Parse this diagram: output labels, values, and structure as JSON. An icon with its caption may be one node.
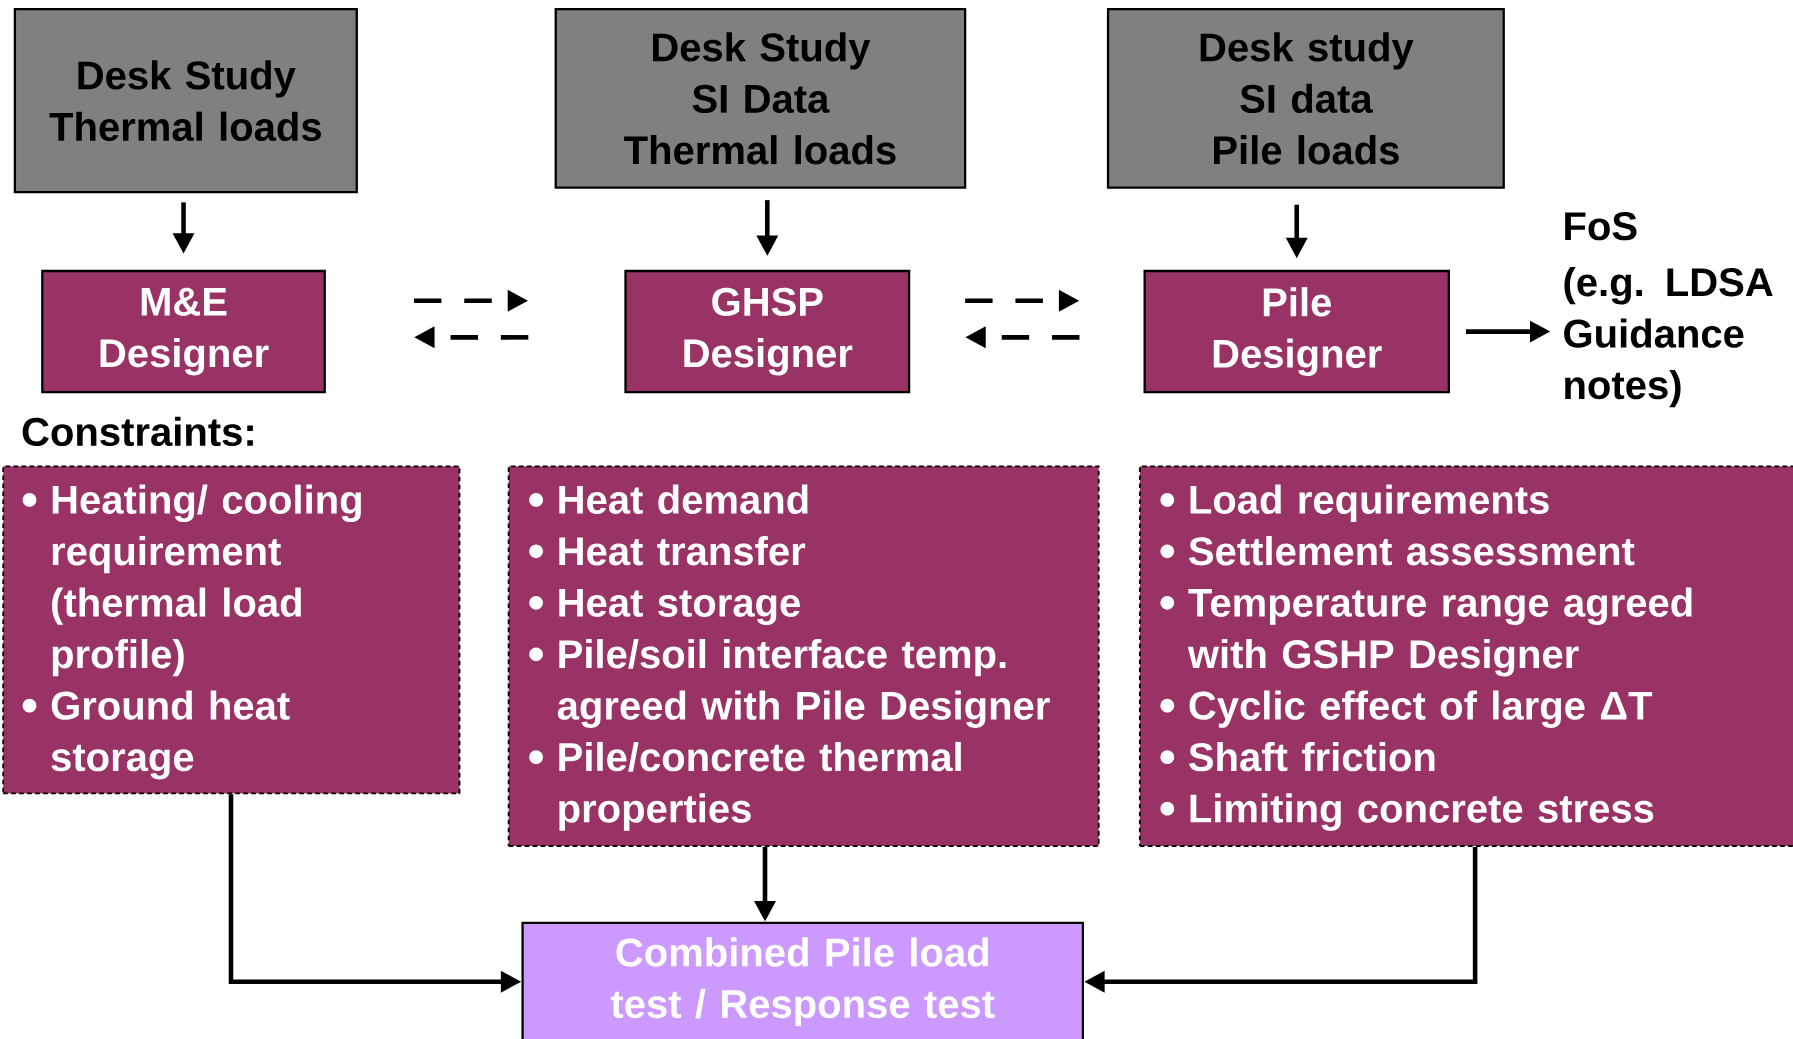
{
  "diagram": {
    "nodes": [
      {
        "text": [
          "Desk Study",
          "Thermal loads"
        ]
      },
      {
        "text": [
          "Desk Study",
          "SI Data",
          "Thermal loads"
        ]
      },
      {
        "text": [
          "Desk study",
          "SI data",
          "Pile loads"
        ]
      },
      {
        "text": [
          "M&E Designer"
        ]
      },
      {
        "text": [
          "GHSP Designer"
        ]
      },
      {
        "text": [
          "Pile Designer"
        ]
      },
      {
        "text": [
          "FoS",
          "(e.g. LDSA Guidance notes)"
        ]
      },
      {
        "text": [
          "Heating/ cooling requirement (thermal load profile)",
          "Ground heat storage"
        ]
      },
      {
        "text": [
          "Heat demand",
          "Heat transfer",
          "Heat storage",
          "Pile/soil interface temp. agreed with Pile Designer",
          "Pile/concrete thermal properties"
        ]
      },
      {
        "text": [
          "Load requirements",
          "Settlement assessment",
          "Temperature range agreed with GSHP Designer",
          "Cyclic effect of large ΔT",
          "Shaft friction",
          "Limiting concrete stress"
        ]
      },
      {
        "text": [
          "Combined Pile load test / Response test"
        ]
      }
    ],
    "edges": [
      {
        "from": 0,
        "to": 3,
        "arrow": "to"
      },
      {
        "from": 1,
        "to": 4,
        "arrow": "to"
      },
      {
        "from": 2,
        "to": 5,
        "arrow": "to"
      },
      {
        "from": 5,
        "to": 6,
        "arrow": "to"
      },
      {
        "from": 3,
        "to": 4,
        "arrow": "to",
        "style": "dashed"
      },
      {
        "from": 4,
        "to": 3,
        "arrow": "to",
        "style": "dashed"
      },
      {
        "from": 4,
        "to": 5,
        "arrow": "to",
        "style": "dashed"
      },
      {
        "from": 5,
        "to": 4,
        "arrow": "to",
        "style": "dashed"
      },
      {
        "from": 7,
        "to": 10,
        "arrow": "to"
      },
      {
        "from": 8,
        "to": 10,
        "arrow": "to"
      },
      {
        "from": 9,
        "to": 10,
        "arrow": "to"
      }
    ],
    "labels": [
      "Constraints:"
    ]
  }
}
